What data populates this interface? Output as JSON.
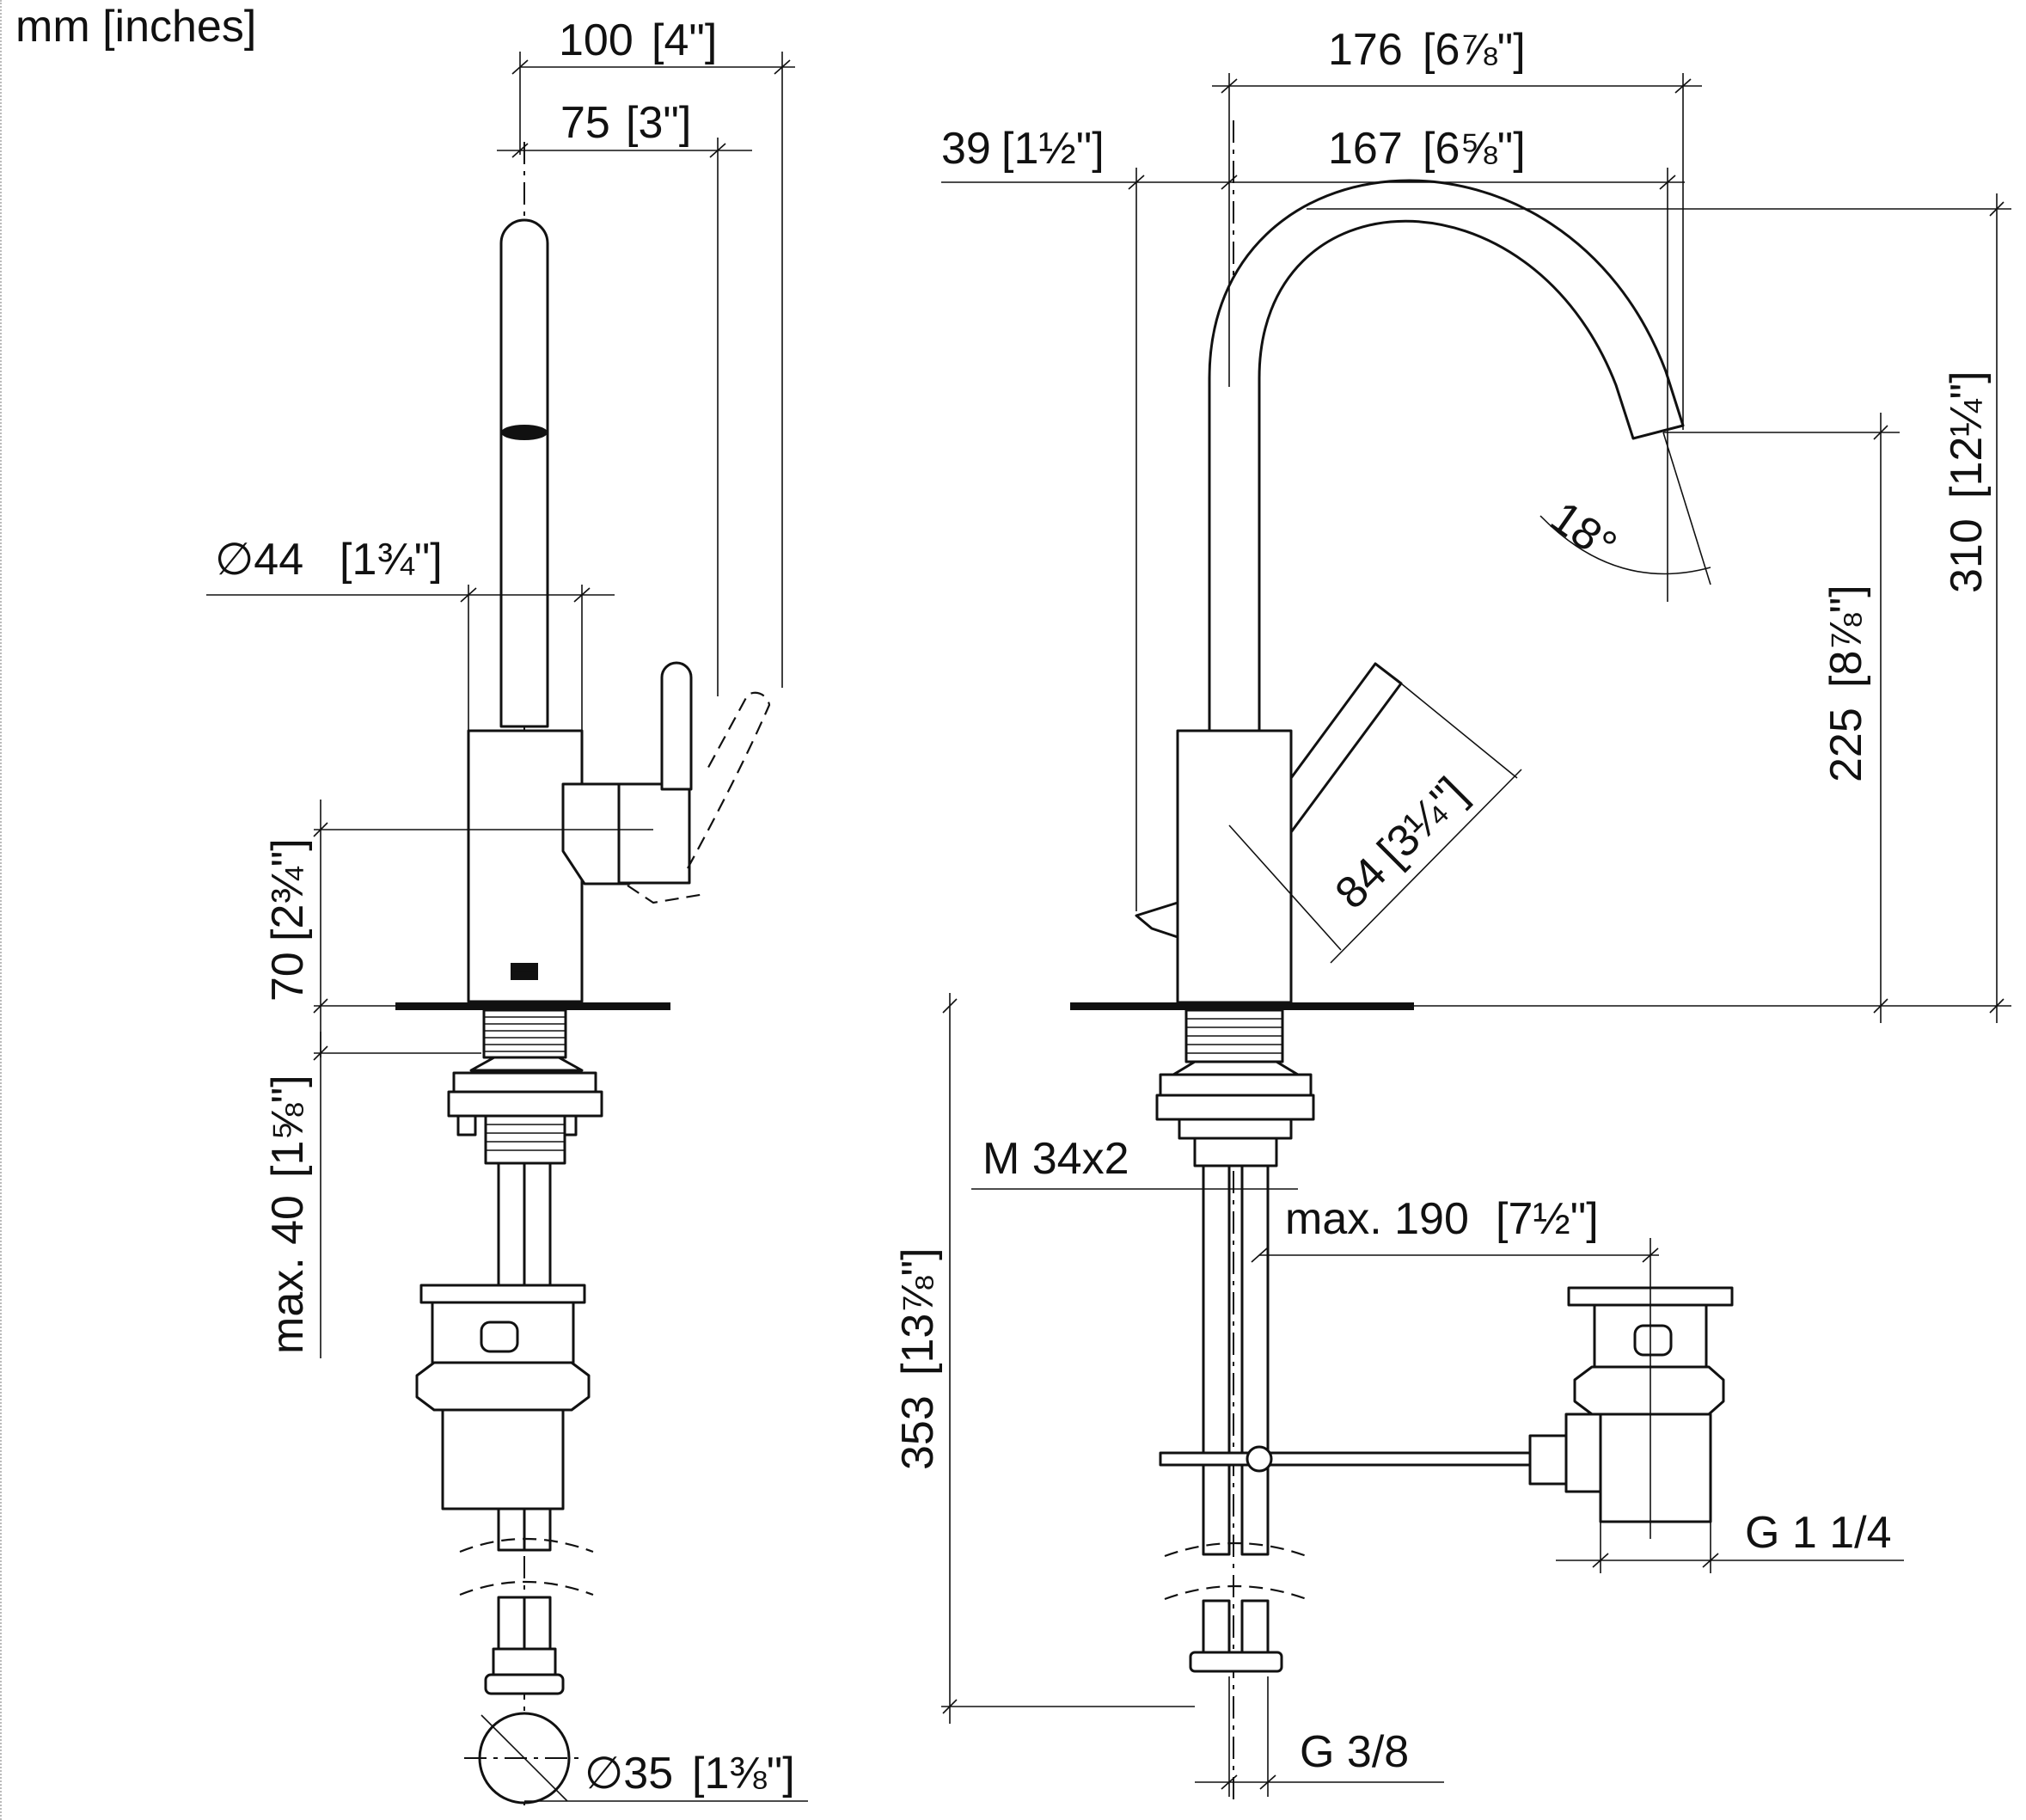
{
  "units_label": "mm [inches]",
  "front_view": {
    "overall_width": {
      "mm": "100",
      "inch": "4\""
    },
    "spout_offset": {
      "mm": "75",
      "inch": "3\""
    },
    "body_diameter": {
      "mm": "∅44",
      "inch": "1¾\""
    },
    "lever_height": {
      "mm": "70",
      "inch": "2¾\""
    },
    "max_counter_thickness": {
      "mm": "max. 40",
      "inch": "1⅝\""
    },
    "waste_diameter": {
      "mm": "∅35",
      "inch": "1⅜\""
    }
  },
  "side_view": {
    "overall_reach": {
      "mm": "176",
      "inch": "6⅞\""
    },
    "spout_reach": {
      "mm": "167",
      "inch": "6⅝\""
    },
    "lever_setback": {
      "mm": "39",
      "inch": "1½\""
    },
    "total_height": {
      "mm": "310",
      "inch": "12¼\""
    },
    "outlet_height": {
      "mm": "225",
      "inch": "8⅞\""
    },
    "lever_length": {
      "mm": "84",
      "inch": "3¼\""
    },
    "spout_angle": "18°",
    "thread": "M 34x2",
    "pop_up_distance": {
      "mm": "max. 190",
      "inch": "7½\""
    },
    "below_counter_length": {
      "mm": "353",
      "inch": "13⅞\""
    },
    "waste_thread": "G 1 1/4",
    "supply_thread": "G 3/8"
  }
}
